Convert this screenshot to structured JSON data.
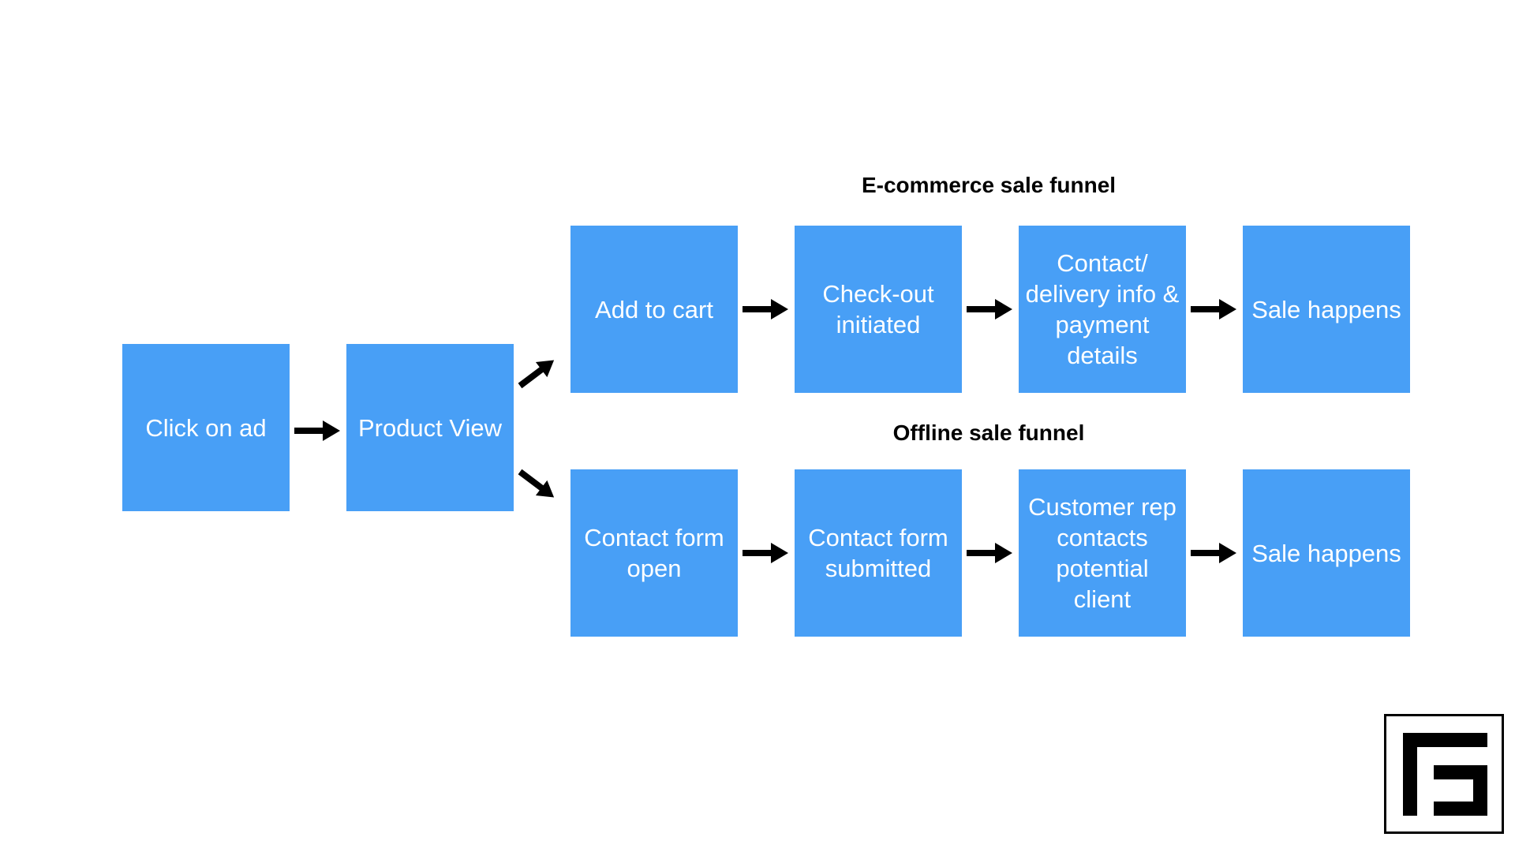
{
  "colors": {
    "box_fill": "#489ff6",
    "box_text": "#ffffff",
    "arrow": "#000000",
    "background": "#ffffff"
  },
  "funnels": {
    "ecommerce_title": "E-commerce sale funnel",
    "offline_title": "Offline sale funnel"
  },
  "nodes": {
    "click_on_ad": "Click on ad",
    "product_view": "Product View",
    "ecommerce": [
      "Add to cart",
      "Check-out\ninitiated",
      "Contact/\ndelivery info &\npayment\ndetails",
      "Sale happens"
    ],
    "offline": [
      "Contact form\nopen",
      "Contact form\nsubmitted",
      "Customer rep\ncontacts\npotential\nclient",
      "Sale happens"
    ]
  },
  "logo": {
    "icon": "brand-logo-icon"
  }
}
